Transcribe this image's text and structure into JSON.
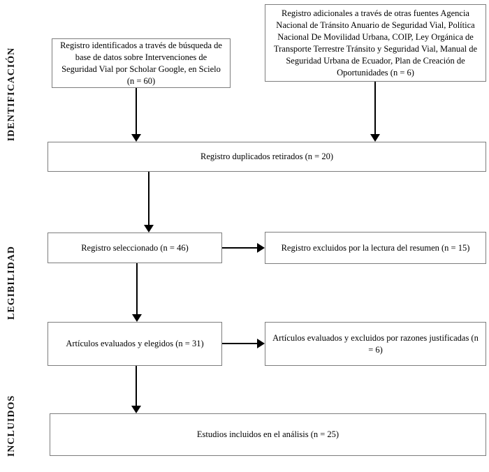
{
  "diagram": {
    "stages": [
      {
        "label": "IDENTIFICACIÓN"
      },
      {
        "label": "LEGIBILIDAD"
      },
      {
        "label": "INCLUIDOS"
      }
    ],
    "boxes": {
      "database_search": {
        "text": "Registro identificados a través de búsqueda de base de datos sobre Intervenciones de Seguridad Vial por Scholar Google, en Scielo (n = 60)",
        "n": 60
      },
      "other_sources": {
        "text": "Registro adicionales a través de otras fuentes Agencia Nacional de Tránsito Anuario de Seguridad Vial, Política Nacional De Movilidad Urbana, COIP, Ley Orgánica de Transporte Terrestre Tránsito y Seguridad Vial, Manual de Seguridad Urbana de Ecuador, Plan de Creación de Oportunidades (n = 6)",
        "n": 6
      },
      "duplicates_removed": {
        "text": "Registro duplicados retirados (n = 20)",
        "n": 20
      },
      "records_selected": {
        "text": "Registro seleccionado (n = 46)",
        "n": 46
      },
      "excluded_by_abstract": {
        "text": "Registro excluidos por la lectura del resumen (n = 15)",
        "n": 15
      },
      "articles_evaluated": {
        "text": "Artículos evaluados y elegidos (n = 31)",
        "n": 31
      },
      "excluded_justified": {
        "text": "Artículos evaluados y excluidos por razones justificadas (n = 6)",
        "n": 6
      },
      "included_in_analysis": {
        "text": "Estudios incluidos en el análisis (n = 25)",
        "n": 25
      }
    },
    "colors": {
      "box_border": "#7d7d7d",
      "arrow": "#000000",
      "text": "#000000",
      "background": "#ffffff"
    }
  }
}
